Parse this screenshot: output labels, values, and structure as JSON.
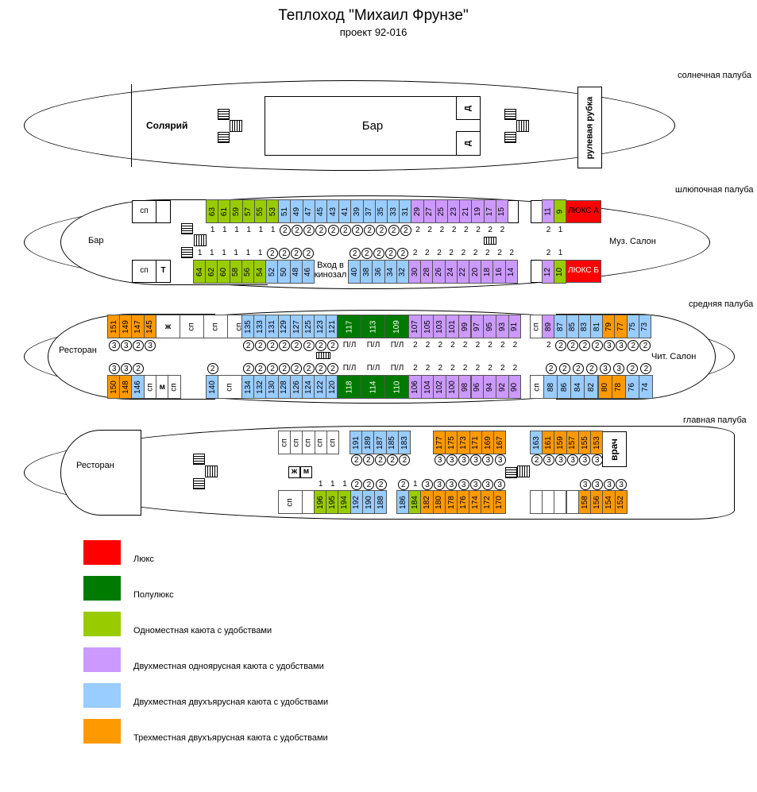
{
  "title": "Теплоход \"Михаил Фрунзе\"",
  "subtitle": "проект 92-016",
  "colors": {
    "luxe": "#ff0000",
    "semiluxe": "#007a00",
    "single": "#99cc00",
    "double1": "#cc99ff",
    "double2": "#99ccff",
    "triple": "#ff9900"
  },
  "decks": {
    "sun": {
      "name": "солнечная палуба",
      "rooms": [
        {
          "text": "Солярий"
        },
        {
          "text": "Бар"
        },
        {
          "text": "Д"
        },
        {
          "text": "Д"
        },
        {
          "text": "рулевая рубка"
        }
      ]
    },
    "boat": {
      "name": "шлюпочная палуба",
      "rooms": [
        {
          "text": "Бар"
        },
        {
          "text": "сп"
        },
        {
          "text": "сп"
        },
        {
          "text": "Т"
        },
        {
          "text": "Вход в кинозал"
        },
        {
          "text": "Муз. Салон"
        }
      ],
      "top_cabins": [
        {
          "n": "63",
          "c": "single",
          "cap": "1",
          "circ": false
        },
        {
          "n": "61",
          "c": "single",
          "cap": "1",
          "circ": false
        },
        {
          "n": "59",
          "c": "single",
          "cap": "1",
          "circ": false
        },
        {
          "n": "57",
          "c": "single",
          "cap": "1",
          "circ": false
        },
        {
          "n": "55",
          "c": "single",
          "cap": "1",
          "circ": false
        },
        {
          "n": "53",
          "c": "single",
          "cap": "1",
          "circ": false
        },
        {
          "n": "51",
          "c": "double2",
          "cap": "2",
          "circ": true
        },
        {
          "n": "49",
          "c": "double2",
          "cap": "2",
          "circ": true
        },
        {
          "n": "47",
          "c": "double2",
          "cap": "2",
          "circ": true
        },
        {
          "n": "45",
          "c": "double2",
          "cap": "2",
          "circ": true
        },
        {
          "n": "43",
          "c": "double2",
          "cap": "2",
          "circ": true
        },
        {
          "n": "41",
          "c": "double2",
          "cap": "2",
          "circ": true
        },
        {
          "n": "39",
          "c": "double2",
          "cap": "2",
          "circ": true
        },
        {
          "n": "37",
          "c": "double2",
          "cap": "2",
          "circ": true
        },
        {
          "n": "35",
          "c": "double2",
          "cap": "2",
          "circ": true
        },
        {
          "n": "33",
          "c": "double2",
          "cap": "2",
          "circ": true
        },
        {
          "n": "31",
          "c": "double2",
          "cap": "2",
          "circ": true
        },
        {
          "n": "29",
          "c": "double1",
          "cap": "2",
          "circ": false
        },
        {
          "n": "27",
          "c": "double1",
          "cap": "2",
          "circ": false
        },
        {
          "n": "25",
          "c": "double1",
          "cap": "2",
          "circ": false
        },
        {
          "n": "23",
          "c": "double1",
          "cap": "2",
          "circ": false
        },
        {
          "n": "21",
          "c": "double1",
          "cap": "2",
          "circ": false
        },
        {
          "n": "19",
          "c": "double1",
          "cap": "2",
          "circ": false
        },
        {
          "n": "17",
          "c": "double1",
          "cap": "2",
          "circ": false
        },
        {
          "n": "15",
          "c": "double1",
          "cap": "2",
          "circ": false
        }
      ],
      "top_cabins_aft": [
        {
          "n": "11",
          "c": "double1",
          "cap": "2",
          "circ": false
        },
        {
          "n": "9",
          "c": "single",
          "cap": "1",
          "circ": false
        }
      ],
      "bottom_cabins": [
        {
          "n": "64",
          "c": "single",
          "cap": "1",
          "circ": false
        },
        {
          "n": "62",
          "c": "single",
          "cap": "1",
          "circ": false
        },
        {
          "n": "60",
          "c": "single",
          "cap": "1",
          "circ": false
        },
        {
          "n": "58",
          "c": "single",
          "cap": "1",
          "circ": false
        },
        {
          "n": "56",
          "c": "single",
          "cap": "1",
          "circ": false
        },
        {
          "n": "54",
          "c": "single",
          "cap": "1",
          "circ": false
        },
        {
          "n": "52",
          "c": "double2",
          "cap": "2",
          "circ": true
        },
        {
          "n": "50",
          "c": "double2",
          "cap": "2",
          "circ": true
        },
        {
          "n": "48",
          "c": "double2",
          "cap": "2",
          "circ": true
        },
        {
          "n": "46",
          "c": "double2",
          "cap": "2",
          "circ": true
        }
      ],
      "bottom_cabins_mid": [
        {
          "n": "40",
          "c": "double2",
          "cap": "2",
          "circ": true
        },
        {
          "n": "38",
          "c": "double2",
          "cap": "2",
          "circ": true
        },
        {
          "n": "36",
          "c": "double2",
          "cap": "2",
          "circ": true
        },
        {
          "n": "34",
          "c": "double2",
          "cap": "2",
          "circ": true
        },
        {
          "n": "32",
          "c": "double2",
          "cap": "2",
          "circ": true
        },
        {
          "n": "30",
          "c": "double1",
          "cap": "2",
          "circ": false
        },
        {
          "n": "28",
          "c": "double1",
          "cap": "2",
          "circ": false
        },
        {
          "n": "26",
          "c": "double1",
          "cap": "2",
          "circ": false
        },
        {
          "n": "24",
          "c": "double1",
          "cap": "2",
          "circ": false
        },
        {
          "n": "22",
          "c": "double1",
          "cap": "2",
          "circ": false
        },
        {
          "n": "20",
          "c": "double1",
          "cap": "2",
          "circ": false
        },
        {
          "n": "18",
          "c": "double1",
          "cap": "2",
          "circ": false
        },
        {
          "n": "16",
          "c": "double1",
          "cap": "2",
          "circ": false
        },
        {
          "n": "14",
          "c": "double1",
          "cap": "2",
          "circ": false
        }
      ],
      "bottom_cabins_aft": [
        {
          "n": "12",
          "c": "double1",
          "cap": "2",
          "circ": false
        },
        {
          "n": "10",
          "c": "single",
          "cap": "1",
          "circ": false
        }
      ],
      "luxe": [
        {
          "text": "ЛЮКС А"
        },
        {
          "text": "ЛЮКС Б"
        }
      ]
    },
    "middle": {
      "name": "средняя палуба",
      "rooms": [
        {
          "text": "Ресторан"
        },
        {
          "text": "Чит. Салон"
        }
      ],
      "top_cabins_fore": [
        {
          "n": "151",
          "c": "triple",
          "cap": "3"
        },
        {
          "n": "149",
          "c": "triple",
          "cap": "3"
        },
        {
          "n": "147",
          "c": "triple",
          "cap": "2"
        },
        {
          "n": "145",
          "c": "triple",
          "cap": "3"
        }
      ],
      "top_services": [
        {
          "text": "ж"
        },
        {
          "text": "сп"
        },
        {
          "text": "сп"
        },
        {
          "text": "сп"
        }
      ],
      "top_cabins": [
        {
          "n": "135",
          "c": "double2",
          "cap": "2"
        },
        {
          "n": "133",
          "c": "double2",
          "cap": "2"
        },
        {
          "n": "131",
          "c": "double2",
          "cap": "2"
        },
        {
          "n": "129",
          "c": "double2",
          "cap": "2"
        },
        {
          "n": "127",
          "c": "double2",
          "cap": "2"
        },
        {
          "n": "125",
          "c": "double2",
          "cap": "2"
        },
        {
          "n": "123",
          "c": "double2",
          "cap": "2"
        },
        {
          "n": "121",
          "c": "double2",
          "cap": "2"
        },
        {
          "n": "117",
          "c": "semiluxe",
          "cap": "П/Л"
        },
        {
          "n": "113",
          "c": "semiluxe",
          "cap": "П/Л"
        },
        {
          "n": "109",
          "c": "semiluxe",
          "cap": "П/Л"
        },
        {
          "n": "107",
          "c": "double1",
          "cap": "2"
        },
        {
          "n": "105",
          "c": "double1",
          "cap": "2"
        },
        {
          "n": "103",
          "c": "double1",
          "cap": "2"
        },
        {
          "n": "101",
          "c": "double1",
          "cap": "2"
        },
        {
          "n": "99",
          "c": "double1",
          "cap": "2"
        },
        {
          "n": "97",
          "c": "double1",
          "cap": "2"
        },
        {
          "n": "95",
          "c": "double1",
          "cap": "2"
        },
        {
          "n": "93",
          "c": "double1",
          "cap": "2"
        },
        {
          "n": "91",
          "c": "double1",
          "cap": "2"
        }
      ],
      "top_cabins_aft": [
        {
          "n": "сп",
          "c": "none",
          "cap": ""
        },
        {
          "n": "89",
          "c": "double1",
          "cap": "2"
        },
        {
          "n": "87",
          "c": "double2",
          "cap": "2"
        },
        {
          "n": "85",
          "c": "double2",
          "cap": "2"
        },
        {
          "n": "83",
          "c": "double2",
          "cap": "2"
        },
        {
          "n": "81",
          "c": "double2",
          "cap": "2"
        },
        {
          "n": "79",
          "c": "triple",
          "cap": "3"
        },
        {
          "n": "77",
          "c": "triple",
          "cap": "3"
        },
        {
          "n": "75",
          "c": "double2",
          "cap": "2"
        },
        {
          "n": "73",
          "c": "double2",
          "cap": "2"
        }
      ],
      "bottom_cabins_fore": [
        {
          "n": "150",
          "c": "triple",
          "cap": "3"
        },
        {
          "n": "148",
          "c": "triple",
          "cap": "3"
        },
        {
          "n": "146",
          "c": "double2",
          "cap": "2"
        }
      ],
      "bottom_services": [
        {
          "text": "сп"
        },
        {
          "text": "м"
        },
        {
          "text": "сп"
        }
      ],
      "bottom_cabins": [
        {
          "n": "140",
          "c": "double2",
          "cap": "2"
        },
        {
          "n": "сп",
          "c": "none",
          "cap": ""
        },
        {
          "n": "134",
          "c": "double2",
          "cap": "2"
        },
        {
          "n": "132",
          "c": "double2",
          "cap": "2"
        },
        {
          "n": "130",
          "c": "double2",
          "cap": "2"
        },
        {
          "n": "128",
          "c": "double2",
          "cap": "2"
        },
        {
          "n": "126",
          "c": "double2",
          "cap": "2"
        },
        {
          "n": "124",
          "c": "double2",
          "cap": "2"
        },
        {
          "n": "122",
          "c": "double2",
          "cap": "2"
        },
        {
          "n": "120",
          "c": "double2",
          "cap": "2"
        },
        {
          "n": "118",
          "c": "semiluxe",
          "cap": "П/Л"
        },
        {
          "n": "114",
          "c": "semiluxe",
          "cap": "П/Л"
        },
        {
          "n": "110",
          "c": "semiluxe",
          "cap": "П/Л"
        },
        {
          "n": "106",
          "c": "double1",
          "cap": "2"
        },
        {
          "n": "104",
          "c": "double1",
          "cap": "2"
        },
        {
          "n": "102",
          "c": "double1",
          "cap": "2"
        },
        {
          "n": "100",
          "c": "double1",
          "cap": "2"
        },
        {
          "n": "98",
          "c": "double1",
          "cap": "2"
        },
        {
          "n": "96",
          "c": "double1",
          "cap": "2"
        },
        {
          "n": "94",
          "c": "double1",
          "cap": "2"
        },
        {
          "n": "92",
          "c": "double1",
          "cap": "2"
        },
        {
          "n": "90",
          "c": "double1",
          "cap": "2"
        }
      ],
      "bottom_cabins_aft": [
        {
          "n": "сп",
          "c": "none",
          "cap": ""
        },
        {
          "n": "88",
          "c": "double2",
          "cap": "2"
        },
        {
          "n": "86",
          "c": "double2",
          "cap": "2"
        },
        {
          "n": "84",
          "c": "double2",
          "cap": "2"
        },
        {
          "n": "82",
          "c": "double2",
          "cap": "2"
        },
        {
          "n": "80",
          "c": "triple",
          "cap": "3"
        },
        {
          "n": "78",
          "c": "triple",
          "cap": "3"
        },
        {
          "n": "76",
          "c": "double2",
          "cap": "2"
        },
        {
          "n": "74",
          "c": "double2",
          "cap": "2"
        }
      ]
    },
    "main": {
      "name": "главная палуба",
      "rooms": [
        {
          "text": "Ресторан"
        },
        {
          "text": "врач"
        },
        {
          "text": "ж"
        },
        {
          "text": "м"
        }
      ],
      "top_services": [
        {
          "text": "сп"
        },
        {
          "text": "сп"
        },
        {
          "text": "сп"
        },
        {
          "text": "сп"
        },
        {
          "text": "сп"
        }
      ],
      "top_cabins": [
        {
          "n": "191",
          "c": "double2",
          "cap": "2"
        },
        {
          "n": "189",
          "c": "double2",
          "cap": "2"
        },
        {
          "n": "187",
          "c": "double2",
          "cap": "2"
        },
        {
          "n": "185",
          "c": "double2",
          "cap": "2"
        },
        {
          "n": "183",
          "c": "double2",
          "cap": "2"
        }
      ],
      "top_cabins_b": [
        {
          "n": "177",
          "c": "triple",
          "cap": "3"
        },
        {
          "n": "175",
          "c": "triple",
          "cap": "3"
        },
        {
          "n": "173",
          "c": "triple",
          "cap": "3"
        },
        {
          "n": "171",
          "c": "triple",
          "cap": "3"
        },
        {
          "n": "169",
          "c": "triple",
          "cap": "3"
        },
        {
          "n": "167",
          "c": "triple",
          "cap": "3"
        }
      ],
      "top_cabins_aft": [
        {
          "n": "163",
          "c": "double2",
          "cap": "2"
        },
        {
          "n": "161",
          "c": "triple",
          "cap": "3"
        },
        {
          "n": "159",
          "c": "triple",
          "cap": "3"
        },
        {
          "n": "157",
          "c": "triple",
          "cap": "3"
        },
        {
          "n": "155",
          "c": "triple",
          "cap": "3"
        },
        {
          "n": "153",
          "c": "triple",
          "cap": "3"
        }
      ],
      "bottom_service": {
        "text": "сп"
      },
      "bottom_cabins": [
        {
          "n": "196",
          "c": "single",
          "cap": "1"
        },
        {
          "n": "195",
          "c": "single",
          "cap": "1"
        },
        {
          "n": "194",
          "c": "single",
          "cap": "1"
        },
        {
          "n": "192",
          "c": "double2",
          "cap": "2"
        },
        {
          "n": "190",
          "c": "double2",
          "cap": "2"
        },
        {
          "n": "188",
          "c": "double2",
          "cap": "2"
        }
      ],
      "bottom_cabins_b": [
        {
          "n": "186",
          "c": "double2",
          "cap": "2"
        },
        {
          "n": "184",
          "c": "single",
          "cap": "1"
        },
        {
          "n": "182",
          "c": "triple",
          "cap": "3"
        },
        {
          "n": "180",
          "c": "triple",
          "cap": "3"
        },
        {
          "n": "178",
          "c": "triple",
          "cap": "3"
        },
        {
          "n": "176",
          "c": "triple",
          "cap": "3"
        },
        {
          "n": "174",
          "c": "triple",
          "cap": "3"
        },
        {
          "n": "172",
          "c": "triple",
          "cap": "3"
        },
        {
          "n": "170",
          "c": "triple",
          "cap": "3"
        }
      ],
      "bottom_cabins_aft": [
        {
          "n": "158",
          "c": "triple",
          "cap": "3"
        },
        {
          "n": "156",
          "c": "triple",
          "cap": "3"
        },
        {
          "n": "154",
          "c": "triple",
          "cap": "3"
        },
        {
          "n": "152",
          "c": "triple",
          "cap": "3"
        }
      ]
    }
  },
  "legend": [
    {
      "c": "luxe",
      "text": "Люкс"
    },
    {
      "c": "semiluxe",
      "text": "Полулюкс"
    },
    {
      "c": "single",
      "text": "Одноместная каюта с удобствами"
    },
    {
      "c": "double1",
      "text": "Двухместная одноярусная каюта с удобствами"
    },
    {
      "c": "double2",
      "text": "Двухместная двухъярусная каюта с удобствами"
    },
    {
      "c": "triple",
      "text": "Трехместная двухъярусная каюта с удобствами"
    }
  ]
}
